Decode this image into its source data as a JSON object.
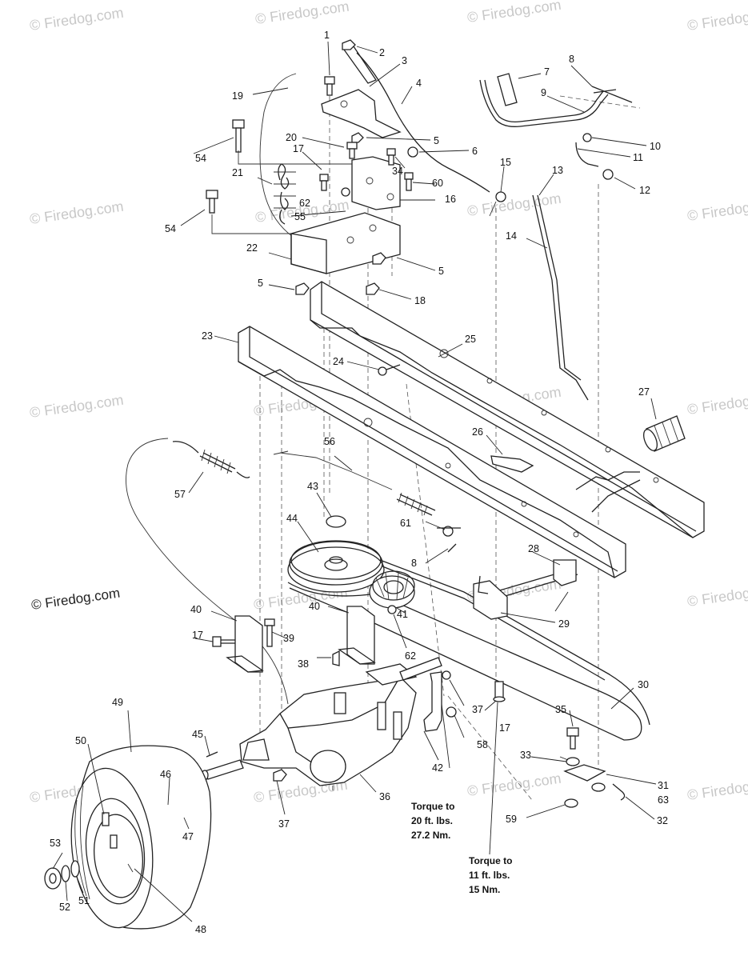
{
  "watermark": "© Firedog.com",
  "copyright": "© Firedog.com",
  "torque_notes": [
    {
      "line1": "Torque to",
      "line2": "20 ft. lbs.",
      "line3": "27.2 Nm."
    },
    {
      "line1": "Torque to",
      "line2": "11 ft. lbs.",
      "line3": "15 Nm."
    }
  ],
  "callouts": [
    {
      "num": "1"
    },
    {
      "num": "2"
    },
    {
      "num": "3"
    },
    {
      "num": "4"
    },
    {
      "num": "5"
    },
    {
      "num": "6"
    },
    {
      "num": "7"
    },
    {
      "num": "8"
    },
    {
      "num": "9"
    },
    {
      "num": "10"
    },
    {
      "num": "11"
    },
    {
      "num": "12"
    },
    {
      "num": "13"
    },
    {
      "num": "14"
    },
    {
      "num": "15"
    },
    {
      "num": "16"
    },
    {
      "num": "17"
    },
    {
      "num": "18"
    },
    {
      "num": "19"
    },
    {
      "num": "20"
    },
    {
      "num": "21"
    },
    {
      "num": "22"
    },
    {
      "num": "5"
    },
    {
      "num": "5"
    },
    {
      "num": "23"
    },
    {
      "num": "24"
    },
    {
      "num": "25"
    },
    {
      "num": "26"
    },
    {
      "num": "27"
    },
    {
      "num": "28"
    },
    {
      "num": "29"
    },
    {
      "num": "30"
    },
    {
      "num": "31"
    },
    {
      "num": "32"
    },
    {
      "num": "33"
    },
    {
      "num": "34"
    },
    {
      "num": "35"
    },
    {
      "num": "36"
    },
    {
      "num": "37"
    },
    {
      "num": "37"
    },
    {
      "num": "38"
    },
    {
      "num": "39"
    },
    {
      "num": "40"
    },
    {
      "num": "40"
    },
    {
      "num": "41"
    },
    {
      "num": "42"
    },
    {
      "num": "43"
    },
    {
      "num": "44"
    },
    {
      "num": "45"
    },
    {
      "num": "46"
    },
    {
      "num": "47"
    },
    {
      "num": "48"
    },
    {
      "num": "49"
    },
    {
      "num": "50"
    },
    {
      "num": "51"
    },
    {
      "num": "52"
    },
    {
      "num": "53"
    },
    {
      "num": "54"
    },
    {
      "num": "54"
    },
    {
      "num": "55"
    },
    {
      "num": "56"
    },
    {
      "num": "57"
    },
    {
      "num": "58"
    },
    {
      "num": "59"
    },
    {
      "num": "60"
    },
    {
      "num": "61"
    },
    {
      "num": "62"
    },
    {
      "num": "62"
    },
    {
      "num": "63"
    },
    {
      "num": "8"
    },
    {
      "num": "17"
    },
    {
      "num": "17"
    }
  ]
}
